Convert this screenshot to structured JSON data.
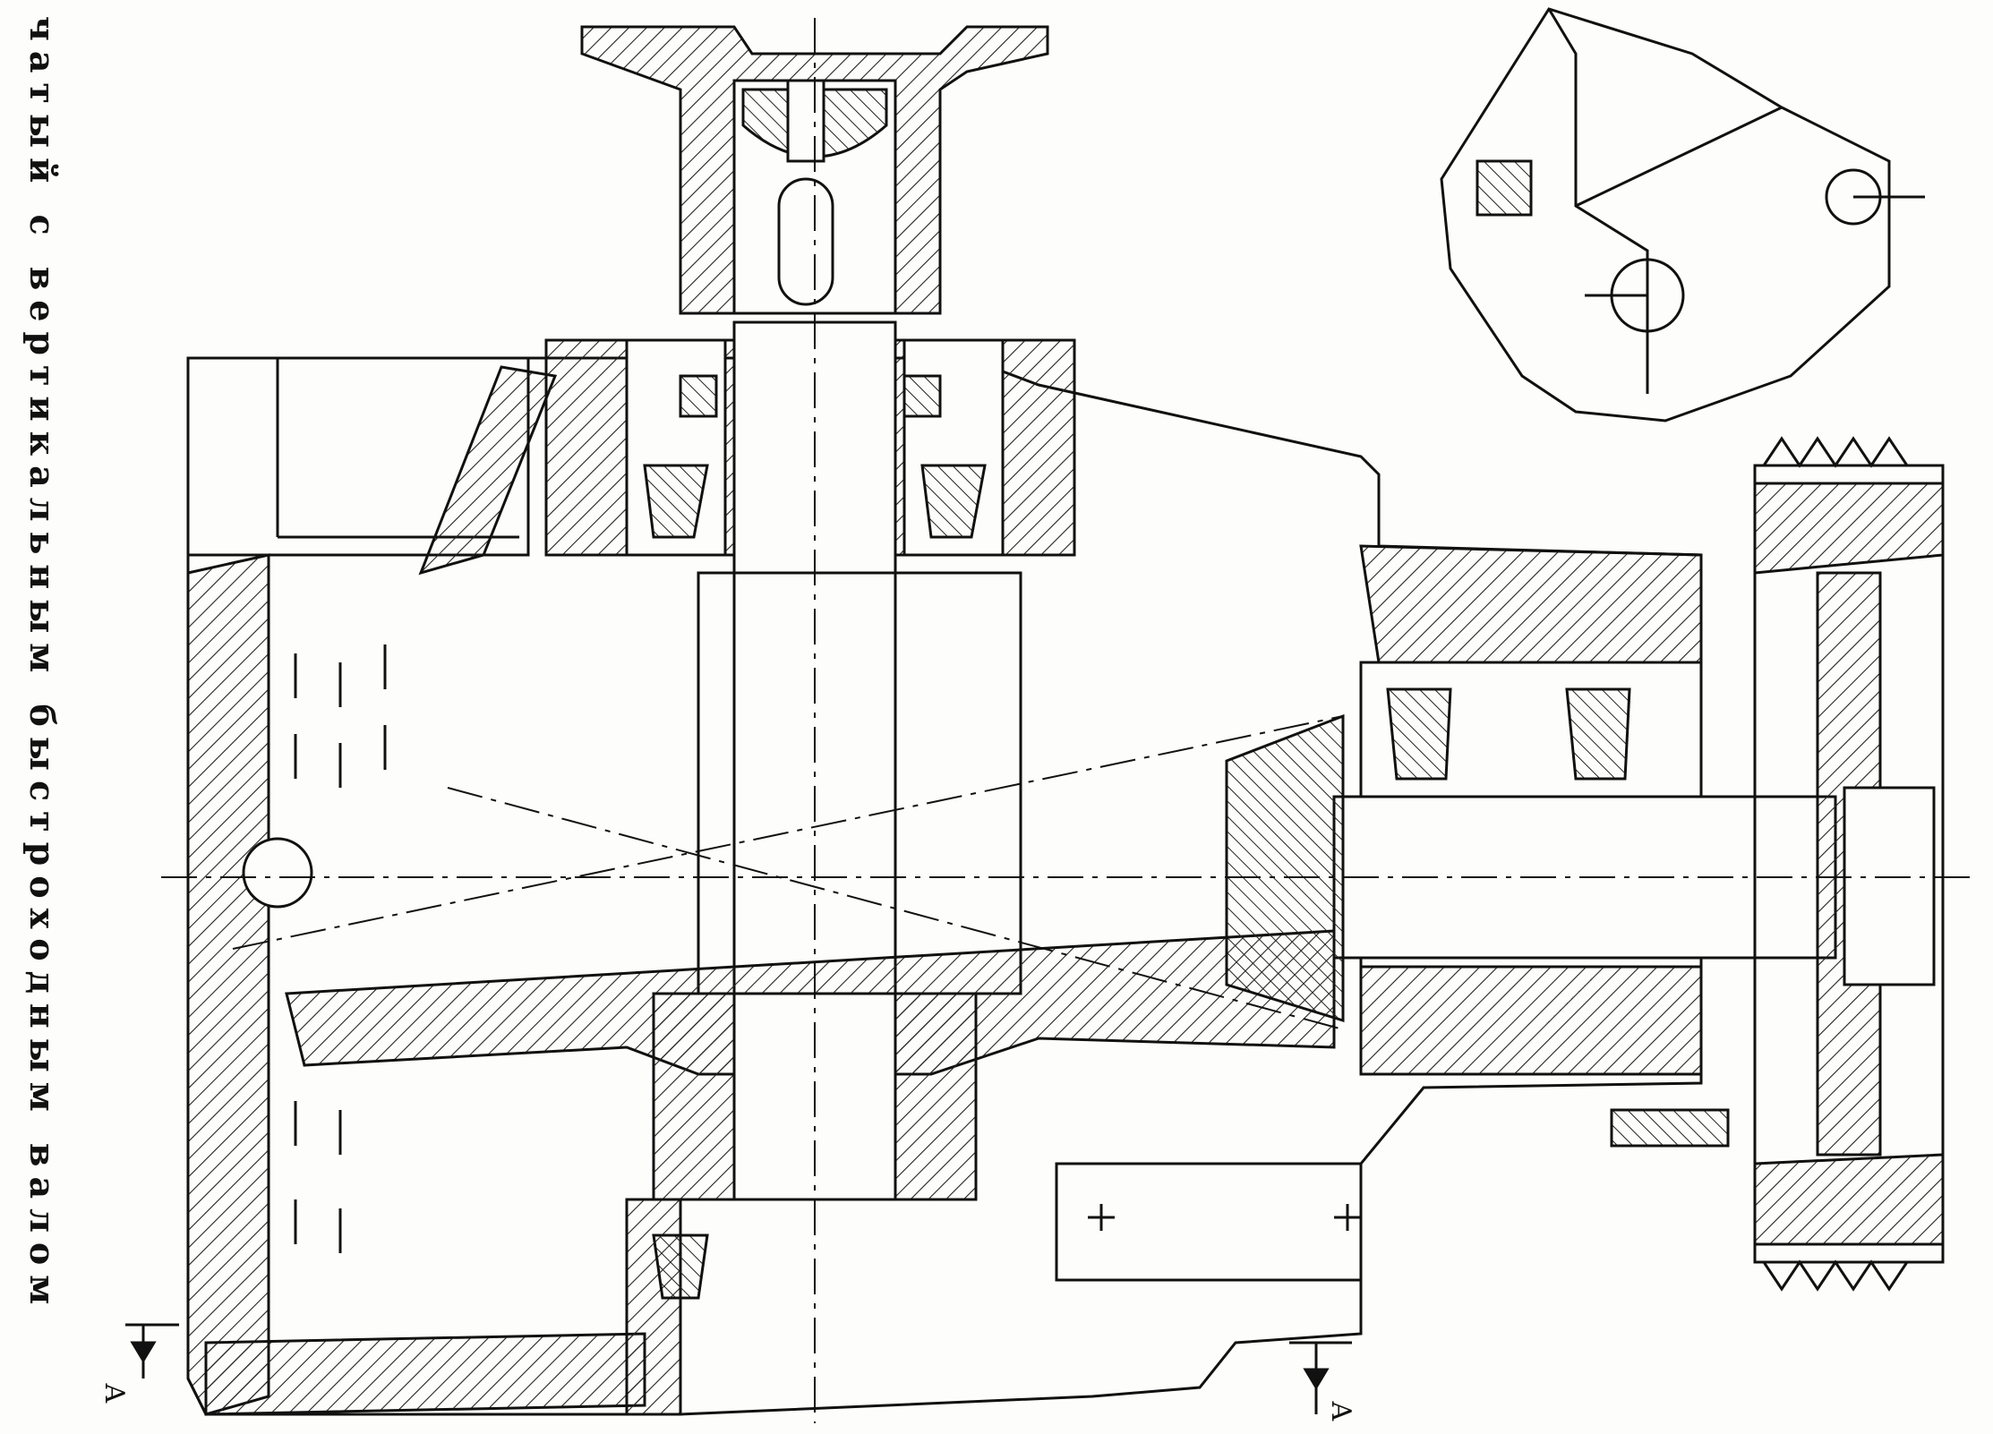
{
  "caption": "чатый с вертикальным быстроходным валом",
  "section_marks": {
    "left": "А",
    "right": "А"
  },
  "icons": [
    "section-arrow-icon",
    "centerline-icon",
    "hatch-pattern"
  ],
  "colors": {
    "line": "#111111",
    "paper": "#fdfdfb",
    "hatch": "#222222"
  }
}
